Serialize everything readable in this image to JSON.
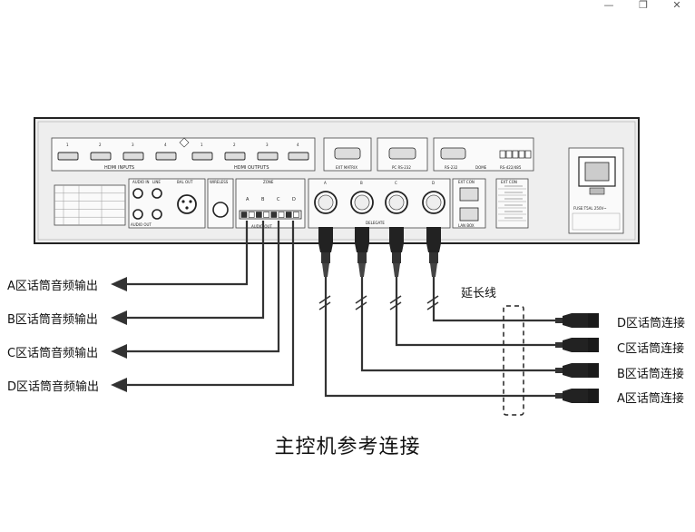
{
  "window": {
    "minimize": "—",
    "restore": "❐",
    "close": "✕"
  },
  "title": "主控机参考连接",
  "outputs": [
    {
      "label": "A区话筒音频输出"
    },
    {
      "label": "B区话筒音频输出"
    },
    {
      "label": "C区话筒音频输出"
    },
    {
      "label": "D区话筒音频输出"
    }
  ],
  "mics": [
    {
      "label": "D区话筒连接"
    },
    {
      "label": "C区话筒连接"
    },
    {
      "label": "B区话筒连接"
    },
    {
      "label": "A区话筒连接"
    }
  ],
  "extension_label": "延长线",
  "panel": {
    "hdmi_inputs": "HDMI INPUTS",
    "hdmi_outputs": "HDMI OUTPUTS",
    "ext_matrix": "EXT MATRIX",
    "pc_rs232": "PC RS-232",
    "rs232": "RS-232",
    "dome": "DOME",
    "rs422": "RS-422/485",
    "audio_in": "AUDIO IN",
    "line": "LINE",
    "bal_out": "BAL OUT",
    "audio_out": "AUDIO OUT",
    "wireless": "WIRELESS",
    "zone": "ZONE",
    "audio_out2": "AUDIO OUT",
    "delegate": "DELEGATE",
    "ext_con": "EXT CON",
    "lan_box": "LAN BOX",
    "ext_con2": "EXT CON",
    "fuse": "FUSE:T5AL 250V~",
    "port_numbers": [
      "1",
      "2",
      "3",
      "4"
    ],
    "zone_letters": [
      "A",
      "B",
      "C",
      "D"
    ]
  }
}
